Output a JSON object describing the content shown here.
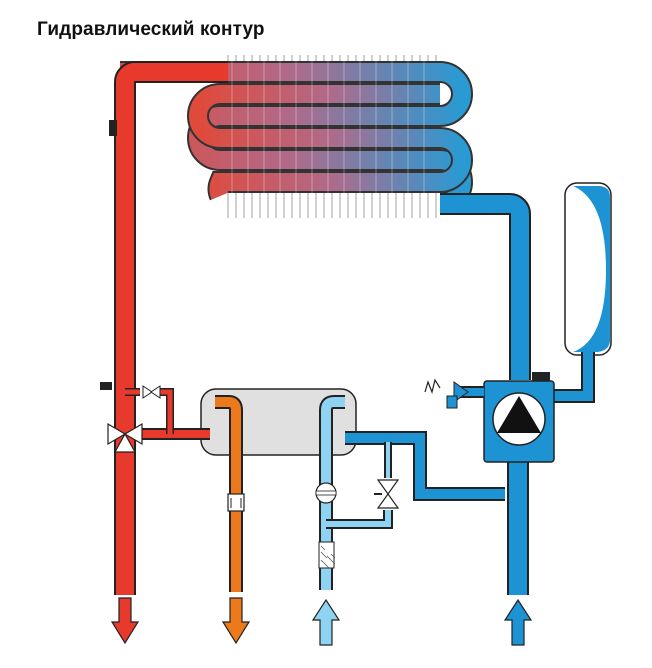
{
  "title": "Гидравлический контур",
  "colors": {
    "hot": "#e83a2c",
    "dhw_hot": "#ec7a1c",
    "cold": "#1d93d3",
    "cold_light": "#8fd3f3",
    "outline": "#222222",
    "heat_exchanger": "#e0e0e0"
  },
  "components": [
    {
      "name": "primary-heat-exchanger-icon"
    },
    {
      "name": "expansion-vessel-icon"
    },
    {
      "name": "circulation-pump-icon"
    },
    {
      "name": "plate-heat-exchanger-icon"
    },
    {
      "name": "three-way-valve-icon"
    },
    {
      "name": "safety-valve-icon"
    },
    {
      "name": "flow-sensor-icon"
    },
    {
      "name": "filter-icon"
    },
    {
      "name": "fill-valve-icon"
    }
  ],
  "flows": [
    {
      "name": "heating-flow-out-arrow",
      "direction": "down",
      "color": "hot"
    },
    {
      "name": "dhw-out-arrow",
      "direction": "down",
      "color": "dhw_hot"
    },
    {
      "name": "cold-water-in-arrow",
      "direction": "up",
      "color": "cold_light"
    },
    {
      "name": "heating-return-in-arrow",
      "direction": "up",
      "color": "cold"
    }
  ]
}
